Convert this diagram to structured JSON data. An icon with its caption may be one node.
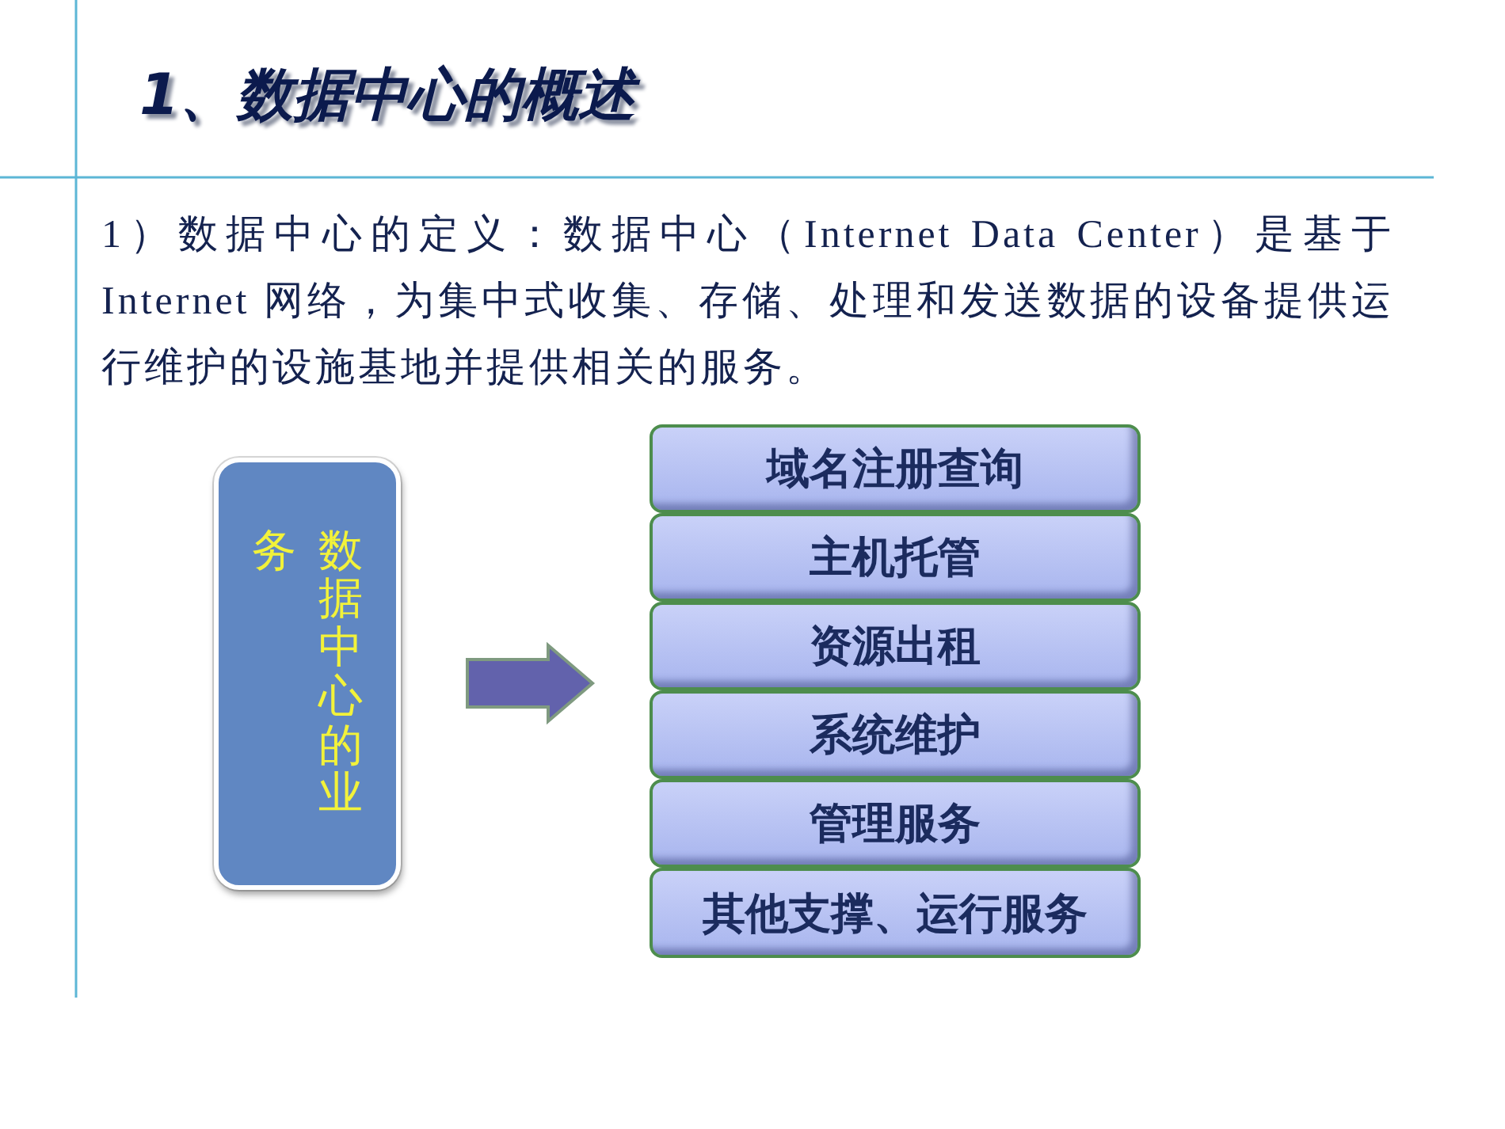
{
  "diagram": {
    "title": "1、数据中心的概述",
    "nodes": [
      {
        "text": [
          "数据中心的业务"
        ]
      },
      {
        "text": [
          "域名注册查询"
        ]
      },
      {
        "text": [
          "主机托管"
        ]
      },
      {
        "text": [
          "资源出租"
        ]
      },
      {
        "text": [
          "系统维护"
        ]
      },
      {
        "text": [
          "管理服务"
        ]
      },
      {
        "text": [
          "其他支撑、运行服务"
        ]
      }
    ],
    "edges": [
      {
        "from": 0,
        "to": 3,
        "arrow": "to"
      }
    ],
    "labels": [
      "1）数据中心的定义：数据中心（Internet Data Center）是基于 Internet 网络，为集中式收集、存储、处理和发送数据的设备提供运行维护的设施基地并提供相关的服务。"
    ]
  }
}
